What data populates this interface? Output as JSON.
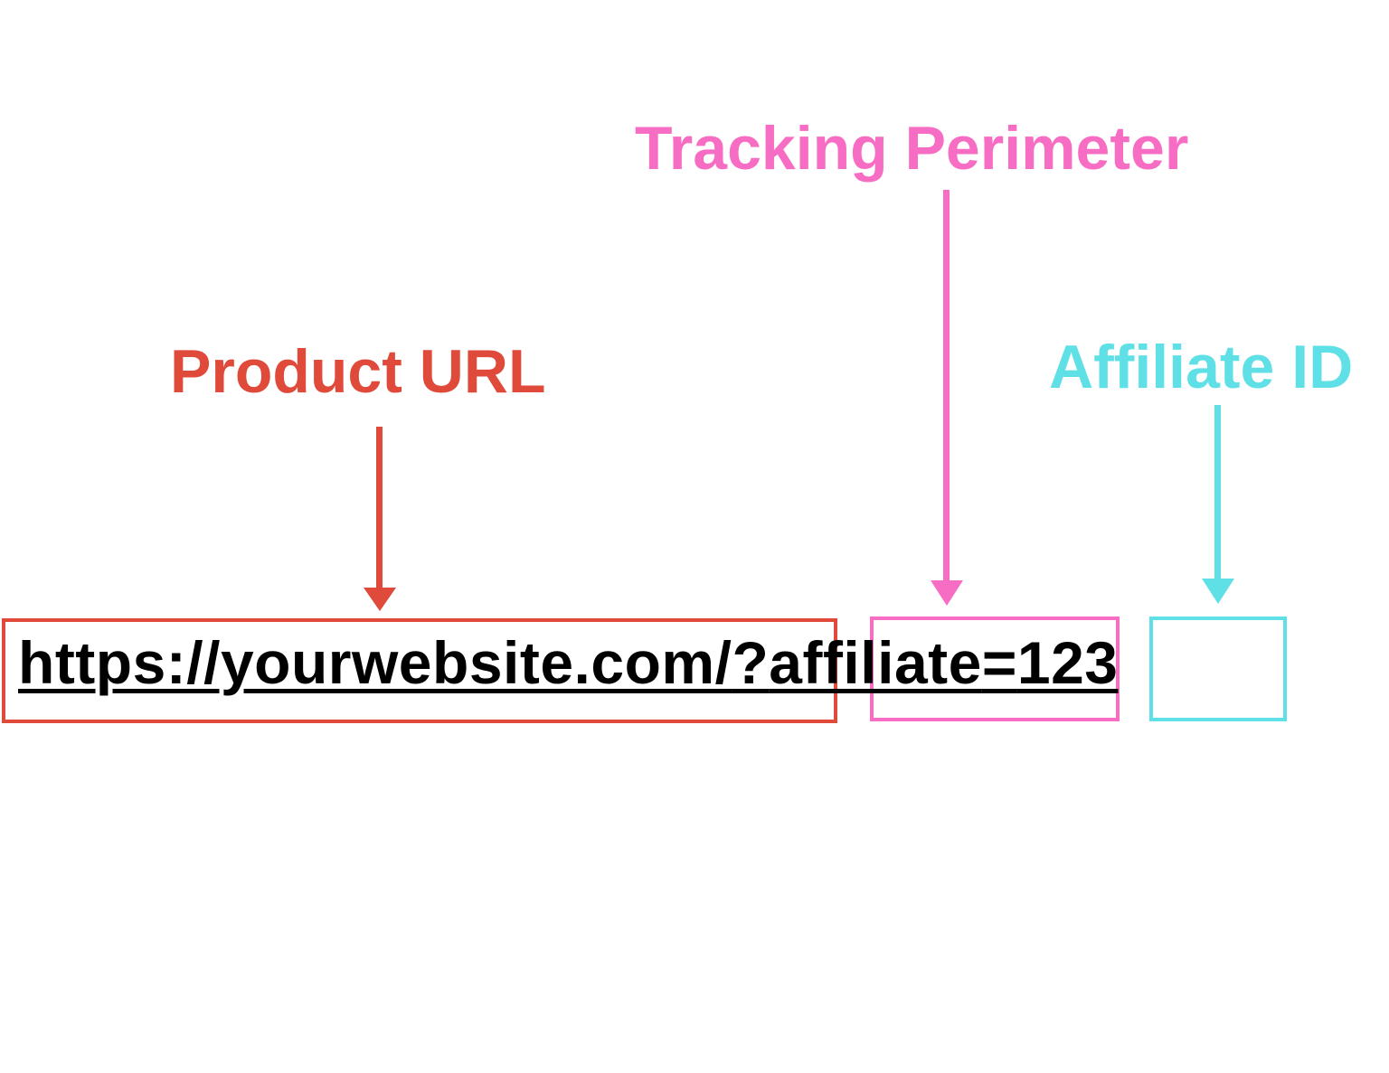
{
  "labels": {
    "product_url": "Product URL",
    "tracking_parameter": "Tracking Perimeter",
    "affiliate_id": "Affiliate ID"
  },
  "url": {
    "product_part": "https://yourwebsite.com/",
    "question_mark": "?",
    "param_name": "affiliate",
    "equals": "=",
    "param_value": "123"
  },
  "colors": {
    "product_url": "#e04a3a",
    "tracking_parameter": "#f76dc4",
    "affiliate_id": "#5ee0e6",
    "text": "#000000"
  }
}
